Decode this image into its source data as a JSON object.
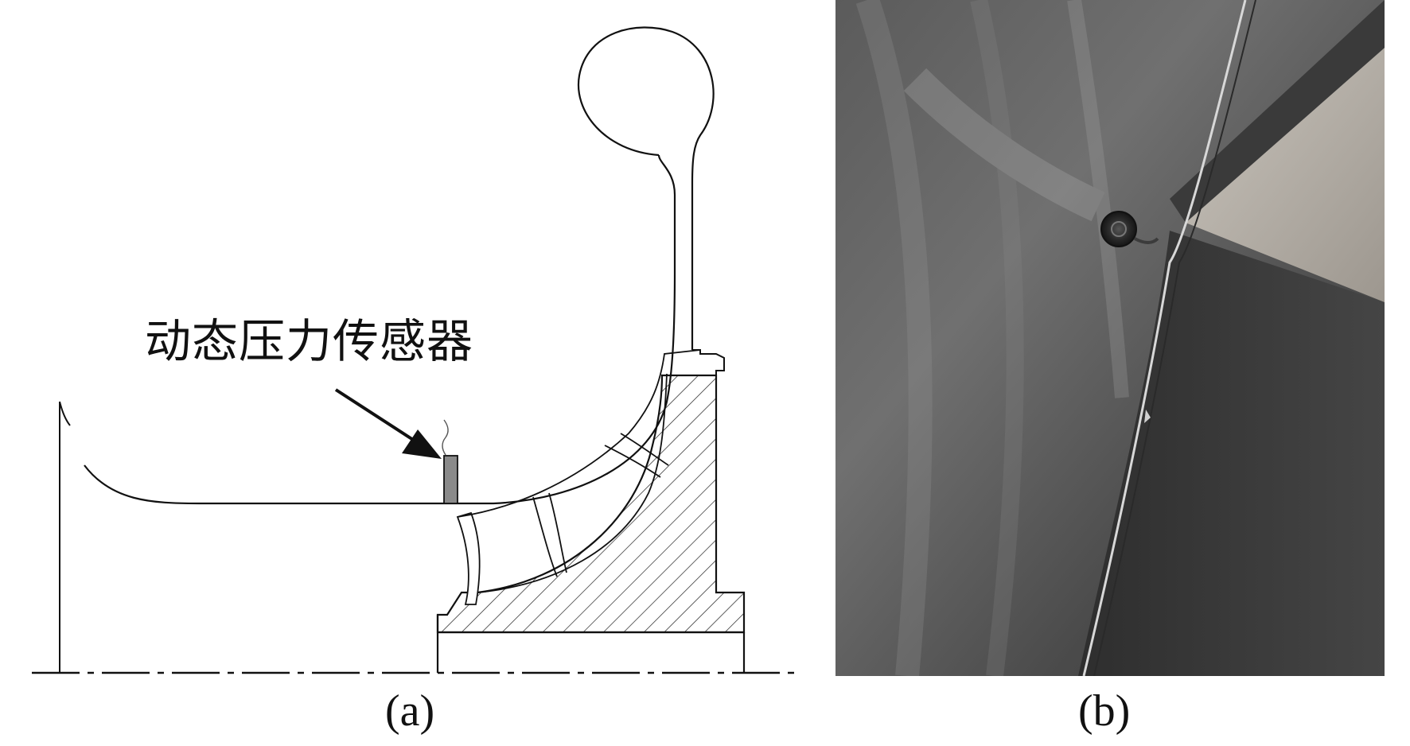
{
  "figure": {
    "panel_a": {
      "caption": "(a)",
      "sensor_label": "动态压力传感器"
    },
    "panel_b": {
      "caption": "(b)"
    }
  },
  "colors": {
    "line": "#111111",
    "photo_dark": "#3a3a3a",
    "photo_mid": "#6b6b6b",
    "photo_light": "#b9b4ad",
    "sensor_fill": "#8a8a8a"
  }
}
